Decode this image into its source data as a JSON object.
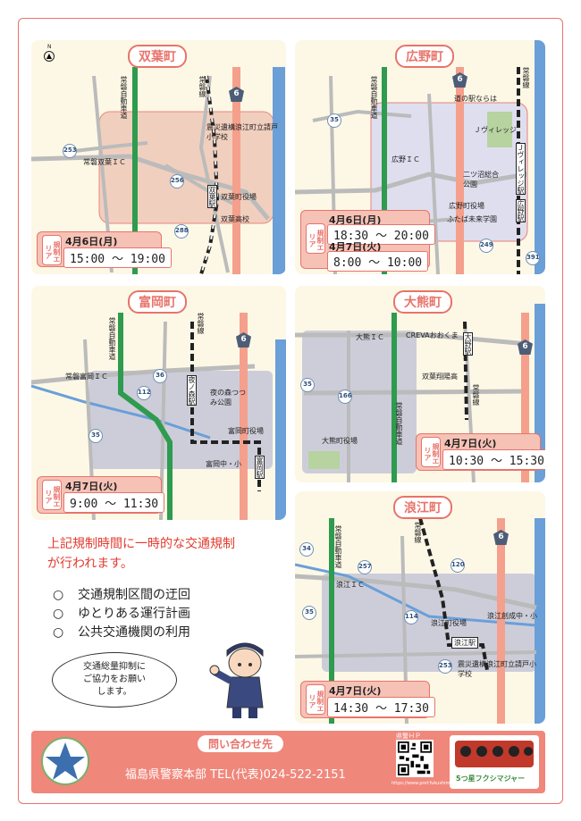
{
  "towns": {
    "futaba": {
      "name": "双葉町",
      "tag": "規制エリア",
      "date": "4月6日(月)",
      "time": "15:00 〜 19:00",
      "labels": {
        "ic": "常磐双葉ＩＣ",
        "school": "震災遺構浪江町立請戸小学校",
        "office": "双葉町役場",
        "hs": "双葉高校",
        "station": "双葉駅",
        "jr": "常磐線",
        "expwy": "常磐自動車道"
      },
      "routes": [
        "253",
        "256",
        "288"
      ],
      "nat": "6"
    },
    "hirono": {
      "name": "広野町",
      "tag": "規制エリア",
      "date1": "4月6日(月)",
      "time1": "18:30 〜 20:00",
      "date2": "4月7日(火)",
      "time2": "8:00 〜 10:00",
      "labels": {
        "michi": "道の駅ならは",
        "jv": "Ｊヴィレッジ",
        "jvst": "Ｊヴィレッジ駅",
        "ic": "広野ＩＣ",
        "park": "二ツ沼総合公園",
        "office": "広野町役場",
        "school": "ふたば未来学園",
        "station": "広野駅",
        "jr": "常磐線",
        "expwy": "常磐自動車道"
      },
      "routes": [
        "35",
        "249",
        "391"
      ],
      "nat": "6"
    },
    "tomioka": {
      "name": "富岡町",
      "tag": "規制エリア",
      "date": "4月7日(火)",
      "time": "9:00 〜 11:30",
      "labels": {
        "ic": "常磐富岡ＩＣ",
        "yonomori": "夜ノ森駅",
        "park": "夜の森つつみ公園",
        "office": "富岡町役場",
        "school": "富岡中・小",
        "station": "富岡駅",
        "jr": "常磐線",
        "expwy": "常磐自動車道"
      },
      "routes": [
        "112",
        "36",
        "35"
      ],
      "nat": "6"
    },
    "okuma": {
      "name": "大熊町",
      "tag": "規制エリア",
      "date": "4月7日(火)",
      "time": "10:30 〜 15:30",
      "labels": {
        "ic": "大熊ＩＣ",
        "creva": "CREVAおおくま",
        "station": "大野駅",
        "school": "双葉翔陽高",
        "office": "大熊町役場",
        "jr": "常磐線",
        "expwy": "常磐自動車道"
      },
      "routes": [
        "35",
        "166"
      ],
      "nat": "6"
    },
    "namie": {
      "name": "浪江町",
      "tag": "規制エリア",
      "date": "4月7日(火)",
      "time": "14:30 〜 17:30",
      "labels": {
        "ic": "浪江ＩＣ",
        "office": "浪江町役場",
        "school2": "浪江創成中・小",
        "station": "浪江駅",
        "school": "震災遺構浪江町立請戸小学校",
        "jr": "常磐線",
        "expwy": "常磐自動車道"
      },
      "routes": [
        "34",
        "257",
        "120",
        "35",
        "114",
        "253"
      ],
      "nat": "6"
    }
  },
  "notice": {
    "line1": "上記規制時間に一時的な交通規制",
    "line2": "が行われます。",
    "items": [
      "交通規制区間の迂回",
      "ゆとりある運行計画",
      "公共交通機関の利用"
    ],
    "bullet": "○"
  },
  "bubble": {
    "l1": "交通総量抑制に",
    "l2": "ご協力をお願い",
    "l3": "します。"
  },
  "footer": {
    "contact": "問い合わせ先",
    "org": "福島県警察本部 TEL(代表)024-522-2151",
    "hp": "県警ＨＰ",
    "qrurl": "https://www.pref.fukushima.lg.jp",
    "logo": "5つ星フクシマジャー"
  },
  "compass": "N",
  "colors": {
    "accent": "#e8736b",
    "expwy": "#2e9b4e",
    "national": "#f4a08c",
    "rail": "#222222",
    "river": "#6a9fd8",
    "area": "#c8c8d8"
  }
}
